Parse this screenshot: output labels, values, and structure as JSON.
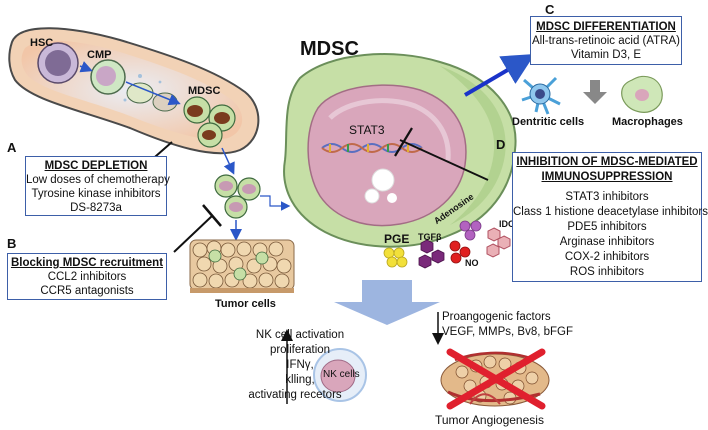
{
  "title": "MDSC",
  "stat3_label": "STAT3",
  "hsc_label": "HSC",
  "cmp_label": "CMP",
  "mdsc_small_label": "MDSC",
  "tumor_cells_label": "Tumor cells",
  "nk_cells_label": "NK cells",
  "tumor_angiogenesis_label": "Tumor Angiogenesis",
  "molecules": {
    "pge": "PGE",
    "tgfb": "TGFβ",
    "adenosine": "Adenosine",
    "no": "NO",
    "ido": "IDO"
  },
  "panel_a": {
    "letter": "A",
    "title": "MDSC DEPLETION",
    "items": [
      "Low doses of chemotherapy",
      "Tyrosine kinase inhibitors",
      "DS-8273a"
    ]
  },
  "panel_b": {
    "letter": "B",
    "title": "Blocking MDSC recruitment",
    "items": [
      "CCL2 inhibitors",
      "CCR5 antagonists"
    ]
  },
  "panel_c": {
    "letter": "C",
    "title": "MDSC DIFFERENTIATION",
    "items": [
      "All-trans-retinoic acid (ATRA)",
      "Vitamin D3, E"
    ],
    "dendritic_label": "Dentritic cells",
    "macrophages_label": "Macrophages"
  },
  "panel_d": {
    "letter": "D",
    "title_line1": "INHIBITION OF MDSC-MEDIATED",
    "title_line2": "IMMUNOSUPPRESSION",
    "items": [
      "STAT3 inhibitors",
      "Class 1 histione deacetylase inhibitors",
      "PDE5 inhibitors",
      "Arginase inhibitors",
      "COX-2 inhibitors",
      "ROS inhibitors"
    ]
  },
  "nk_activation": [
    "NK cell activation",
    "proliferation",
    "IFNγ,",
    "klling,",
    "activating recetors"
  ],
  "proangiogenic": [
    "Proangogenic factors",
    "VEGF, MMPs, Bv8, bFGF"
  ],
  "colors": {
    "box_border": "#3d5fa8",
    "cell_body": "#c6dfa6",
    "nucleus": "#d9a6bb",
    "vessel": "#f3c4a4",
    "big_arrow": "#9db5e0",
    "blue_arrow": "#1a33c9",
    "cross": "#e0202e"
  }
}
